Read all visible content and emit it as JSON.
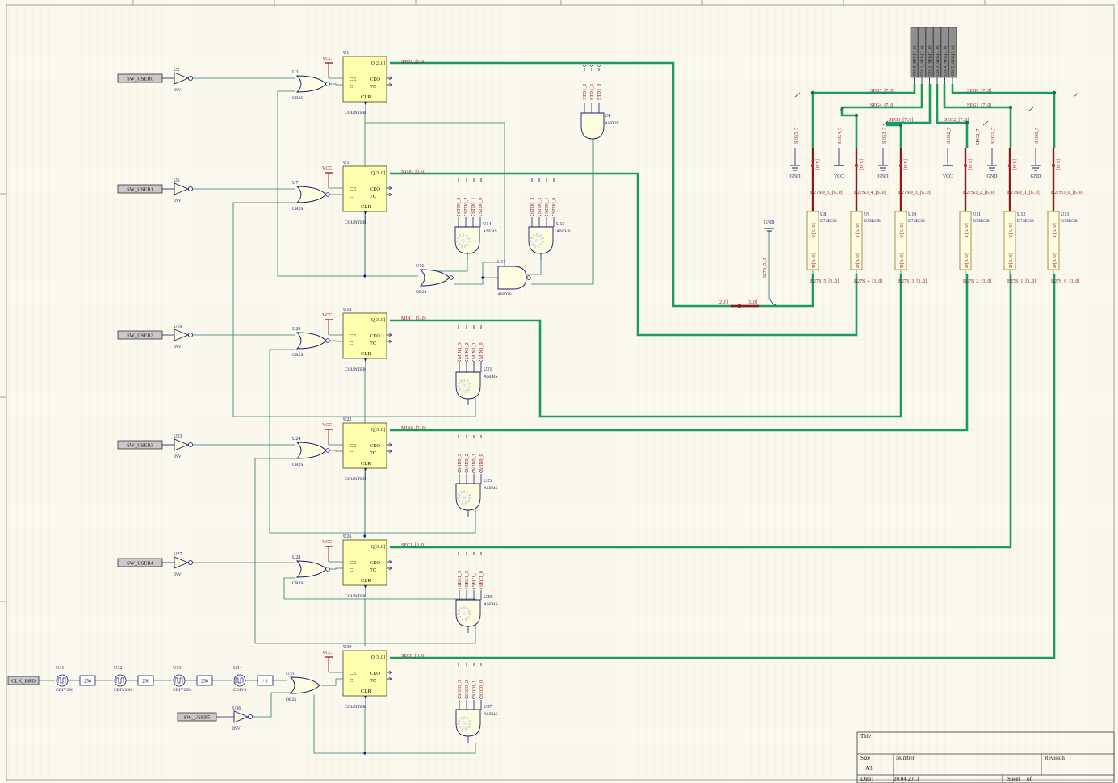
{
  "inputs": [
    {
      "label": "SW_USER0",
      "ref": "U2",
      "type": "INV"
    },
    {
      "label": "SW_USER1",
      "ref": "U6",
      "type": "INV"
    },
    {
      "label": "SW_USER2",
      "ref": "U19",
      "type": "INV"
    },
    {
      "label": "SW_USER3",
      "ref": "U23",
      "type": "INV"
    },
    {
      "label": "SW_USER4",
      "ref": "U27",
      "type": "INV"
    }
  ],
  "or_gates": [
    {
      "ref": "U3",
      "type": "OR2S"
    },
    {
      "ref": "U7",
      "type": "OR2S"
    },
    {
      "ref": "U20",
      "type": "OR2S"
    },
    {
      "ref": "U24",
      "type": "OR2S"
    },
    {
      "ref": "U28",
      "type": "OR2S"
    },
    {
      "ref": "U35",
      "type": "OR2S"
    }
  ],
  "counters": [
    {
      "ref": "U1",
      "q": "Q[2..0]",
      "bus": "STD1_[2..0]"
    },
    {
      "ref": "U5",
      "q": "Q[3..0]",
      "bus": "STD0_[3..0]"
    },
    {
      "ref": "U18",
      "q": "Q[3..0]",
      "bus": "MIN1_[3..0]"
    },
    {
      "ref": "U22",
      "q": "Q[3..0]",
      "bus": "MIN0_[3..0]"
    },
    {
      "ref": "U26",
      "q": "Q[3..0]",
      "bus": "SEC1_[3..0]"
    },
    {
      "ref": "U30",
      "q": "Q[3..0]",
      "bus": "SEC0_[3..0]"
    }
  ],
  "counter_pins": {
    "ce": "CE",
    "c": "C",
    "clr": "CLR",
    "ceo": "CEO",
    "tc": "TC",
    "type": "COUNTER",
    "vcc": "VCC"
  },
  "and_gates": [
    {
      "ref": "U14",
      "type": "AND4S",
      "nets": [
        "STD0_3",
        "STD0_2",
        "STD0_1",
        "STD0_0"
      ]
    },
    {
      "ref": "U15",
      "type": "AND4S",
      "nets": [
        "STD0_3",
        "STD0_2",
        "STD0_1",
        "STD0_0"
      ]
    },
    {
      "ref": "U21",
      "type": "AND4S",
      "nets": [
        "MIN1_3",
        "MIN1_2",
        "MIN1_1",
        "MIN1_0"
      ]
    },
    {
      "ref": "U25",
      "type": "AND4S",
      "nets": [
        "MIN0_3",
        "MIN0_2",
        "MIN0_1",
        "MIN0_0"
      ]
    },
    {
      "ref": "U29",
      "type": "AND4S",
      "nets": [
        "SEC1_3",
        "SEC1_2",
        "SEC1_1",
        "SEC1_0"
      ]
    },
    {
      "ref": "U37",
      "type": "AND4S",
      "nets": [
        "SEC0_3",
        "SEC0_2",
        "SEC0_1",
        "SEC0_0"
      ]
    }
  ],
  "and3": {
    "ref": "U4",
    "type": "AND3S",
    "nets": [
      "STD1_2",
      "STD1_1",
      "STD1_0"
    ]
  },
  "u16": {
    "ref": "U16",
    "type": "OR2S"
  },
  "u17": {
    "ref": "U17",
    "type": "AND2S"
  },
  "decoders": [
    {
      "ref": "U8",
      "type": "D7SEGB",
      "in_net": "B27S_5_[3..0]",
      "out_net": "B27SO_5_[6..0]",
      "seg": "SEG5_7",
      "pwr": "GND"
    },
    {
      "ref": "U9",
      "type": "D7SEGB",
      "in_net": "B27S_4_[3..0]",
      "out_net": "B27SO_4_[6..0]",
      "seg": "SEG4_7",
      "pwr": "VCC"
    },
    {
      "ref": "U10",
      "type": "D7SEGB",
      "in_net": "B27S_3_[3..0]",
      "out_net": "B27SO_3_[6..0]",
      "seg": "SEG3_7",
      "pwr": "GND"
    },
    {
      "ref": "U11",
      "type": "D7SEGB",
      "in_net": "B27S_2_[3..0]",
      "out_net": "B27SO_2_[6..0]",
      "seg": "SEG2_7",
      "pwr": "VCC"
    },
    {
      "ref": "U12",
      "type": "D7SEGB",
      "in_net": "B27S_1_[3..0]",
      "out_net": "B27SO_1_[6..0]",
      "seg": "SEG1_7",
      "pwr": "GND"
    },
    {
      "ref": "U13",
      "type": "D7SEGB",
      "in_net": "B27S_0_[3..0]",
      "out_net": "B27SO_0_[6..0]",
      "seg": "SEG0_7",
      "pwr": "GND"
    }
  ],
  "decoder_pins": {
    "y": "Y[6..0]",
    "d": "D[3..0]",
    "y_right": "[6..0]"
  },
  "dig_connector": {
    "pins": [
      "DIG0_SEG[7..0]",
      "DIG1_SEG[7..0]",
      "DIG2_SEG[7..0]",
      "DIG3_SEG[7..0]",
      "DIG4_SEG[7..0]",
      "DIG5_SEG[7..0]"
    ]
  },
  "seg_buses": {
    "seg5": "SEG5_[7..0]",
    "seg4": "SEG4_[7..0]",
    "seg3": "SEG3_[7..0]",
    "seg2": "SEG2_[7..0]",
    "seg1": "SEG1_[7..0]",
    "seg0": "SEG0_[7..0]"
  },
  "merge": {
    "in": "[2..0]",
    "out": "[3..0]",
    "net": "B27S_5_3",
    "gnd": "GND"
  },
  "clock": {
    "label": "CLK_BRD",
    "divs": [
      {
        "ref": "U31",
        "type": "CDIV256",
        "val": "256"
      },
      {
        "ref": "U32",
        "type": "CDIV256",
        "val": "256"
      },
      {
        "ref": "U33",
        "type": "CDIV256",
        "val": "256"
      },
      {
        "ref": "U34",
        "type": "CDIV3",
        "val": "/ 3"
      }
    ],
    "user5": "SW_USER5",
    "u36": "U36",
    "inv": "INV"
  },
  "title_block": {
    "title": "Title",
    "size": "Size",
    "size_val": "A3",
    "number": "Number",
    "revision": "Revision",
    "date": "Date:",
    "date_val": "20.04.2013",
    "sheet": "Sheet",
    "of": "of"
  }
}
